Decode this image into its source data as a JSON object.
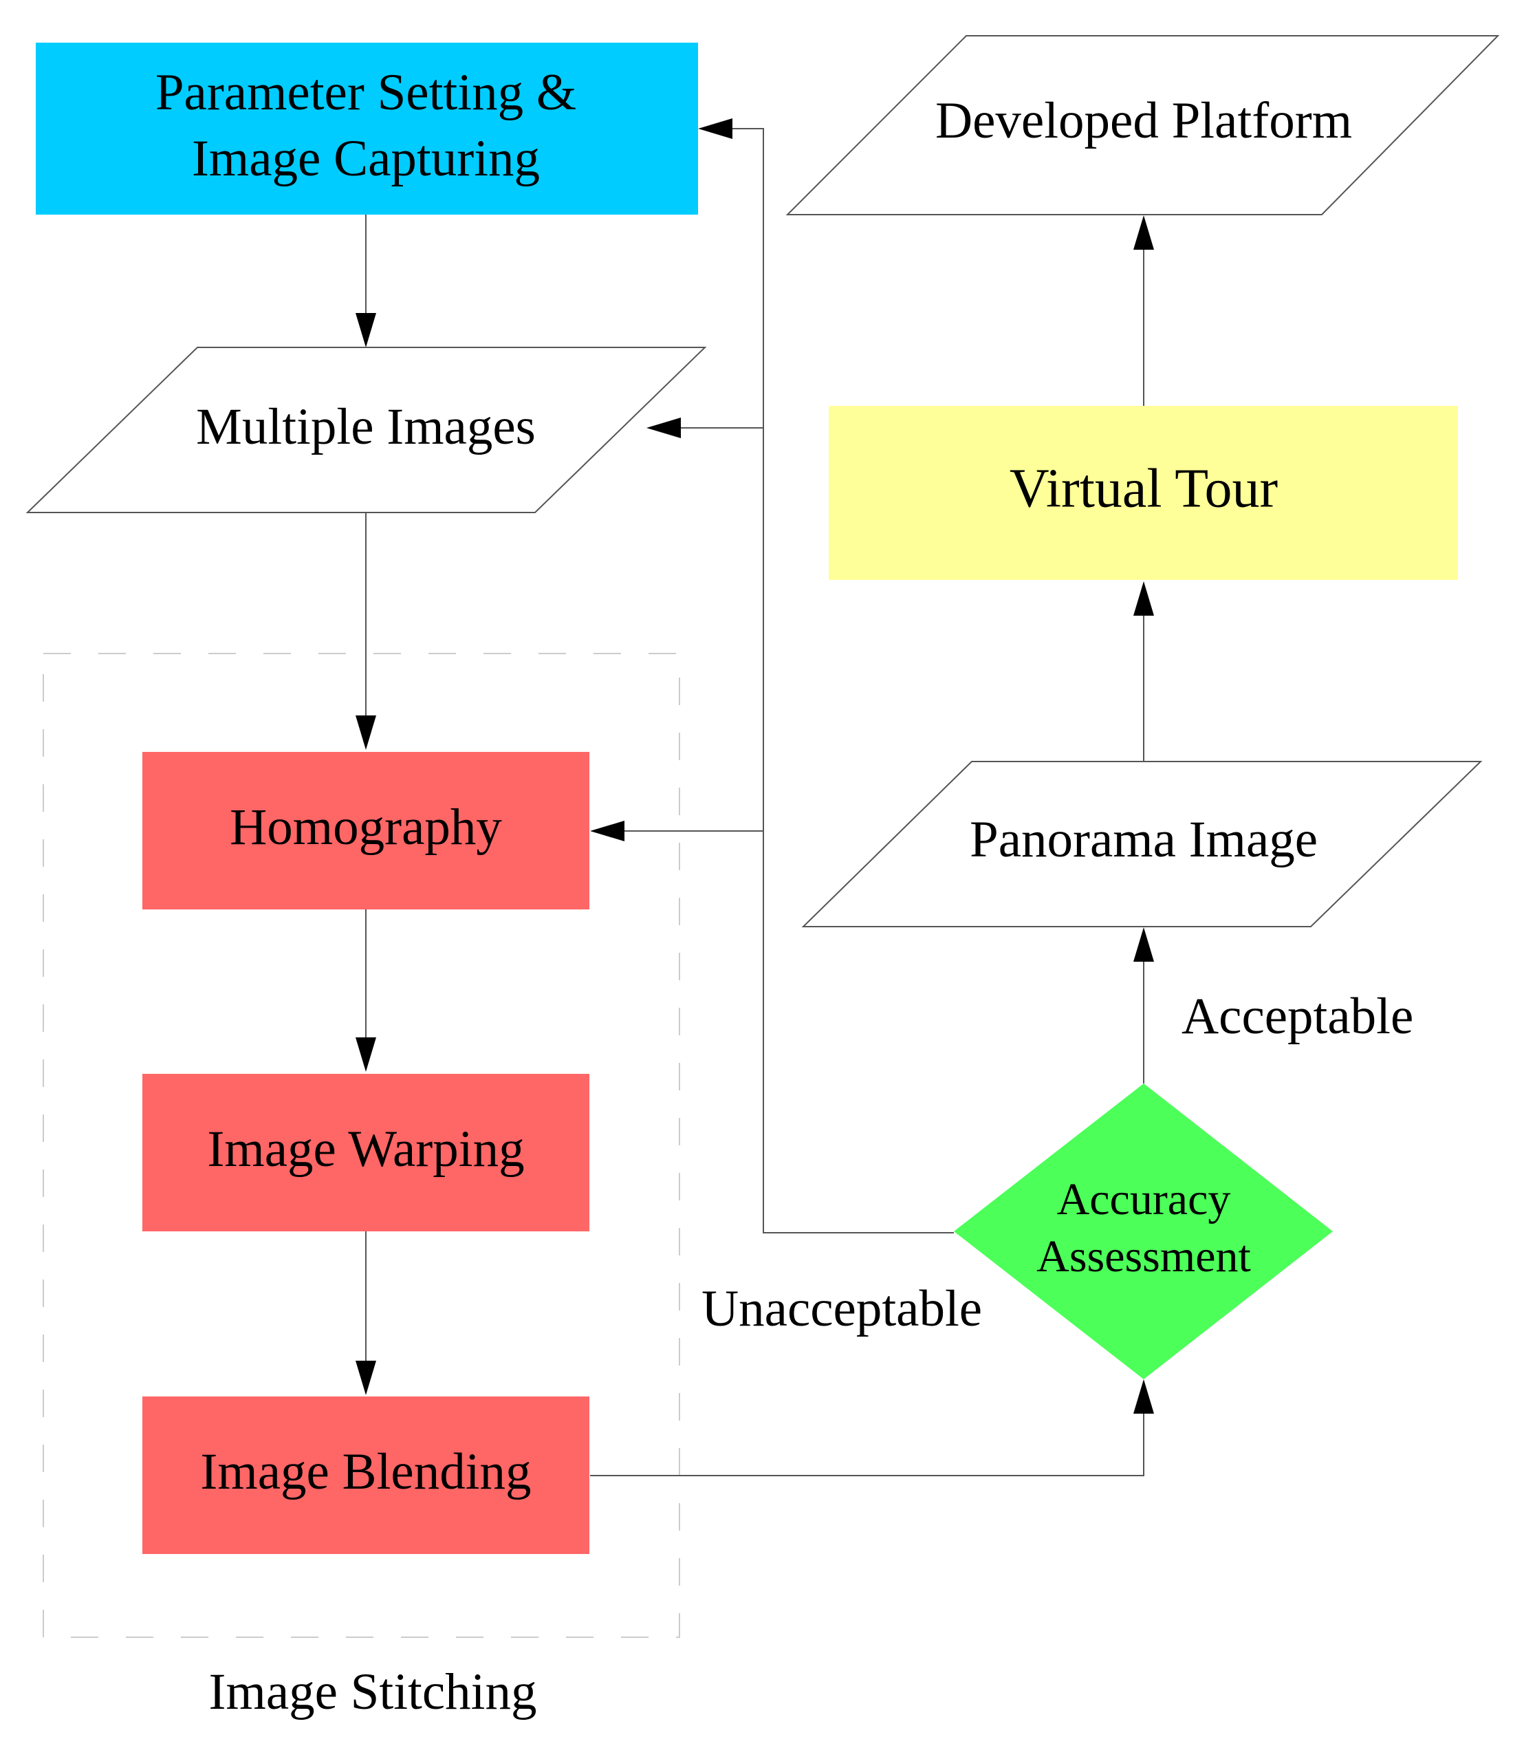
{
  "nodes": {
    "parameter_setting": {
      "label_lines": [
        "Parameter Setting &",
        "Image Capturing"
      ],
      "fill": "#00CCFF"
    },
    "multiple_images": {
      "label": "Multiple Images",
      "fill": "#FFFFFF"
    },
    "homography": {
      "label": "Homography",
      "fill": "#FF6666"
    },
    "image_warping": {
      "label": "Image Warping",
      "fill": "#FF6666"
    },
    "image_blending": {
      "label": "Image Blending",
      "fill": "#FF6666"
    },
    "accuracy_assessment": {
      "label_lines": [
        "Accuracy",
        "Assessment"
      ],
      "fill": "#4CFF59"
    },
    "panorama_image": {
      "label": "Panorama Image",
      "fill": "#FFFFFF"
    },
    "virtual_tour": {
      "label": "Virtual Tour",
      "fill": "#FFFF99"
    },
    "developed_platform": {
      "label": "Developed Platform",
      "fill": "#FFFFFF"
    }
  },
  "group": {
    "label": "Image Stitching"
  },
  "edge_labels": {
    "acceptable": "Acceptable",
    "unacceptable": "Unacceptable"
  }
}
